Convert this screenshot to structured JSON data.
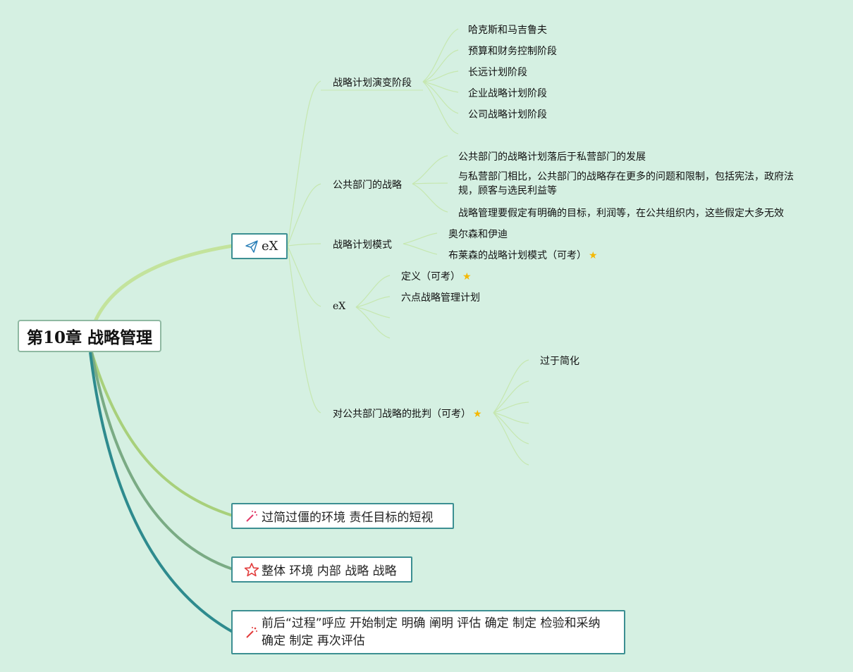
{
  "root": {
    "title": "第10章 战略管理"
  },
  "branch1": {
    "label": "eX",
    "icon": "paper-plane-icon",
    "children": [
      {
        "label": "战略计划演变阶段",
        "items": [
          "哈克斯和马吉鲁夫",
          "预算和财务控制阶段",
          "长远计划阶段",
          "企业战略计划阶段",
          "公司战略计划阶段"
        ]
      },
      {
        "label": "公共部门的战略",
        "items": [
          "公共部门的战略计划落后于私营部门的发展",
          "与私营部门相比，公共部门的战略存在更多的问题和限制，包括宪法，政府法规，顾客与选民利益等",
          "战略管理要假定有明确的目标，利润等，在公共组织内，这些假定大多无效"
        ]
      },
      {
        "label": "战略计划模式",
        "items": [
          "奥尔森和伊迪",
          "布莱森的战略计划模式（可考）"
        ]
      },
      {
        "label": "eX",
        "items": [
          "定义（可考）",
          "六点战略管理计划"
        ]
      },
      {
        "label": "对公共部门战略的批判（可考）",
        "items": [
          "过于简化"
        ]
      }
    ]
  },
  "branch2": {
    "label": "过简过僵的环境 责任目标的短视",
    "icon": "magic-wand-icon"
  },
  "branch3": {
    "label": "整体 环境 内部 战略 战略",
    "icon": "star-outline-icon"
  },
  "branch4": {
    "label": "前后“过程”呼应 开始制定 明确 阐明 评估 确定 制定 检验和采纳 确定 制定 再次评估",
    "icon": "magic-wand-icon"
  },
  "colors": {
    "background": "#d5f0e2",
    "branch_border": "#3c8f92",
    "link_light": "#b7e09a",
    "link_mid": "#7fae7d",
    "link_teal": "#2e8b8e"
  }
}
